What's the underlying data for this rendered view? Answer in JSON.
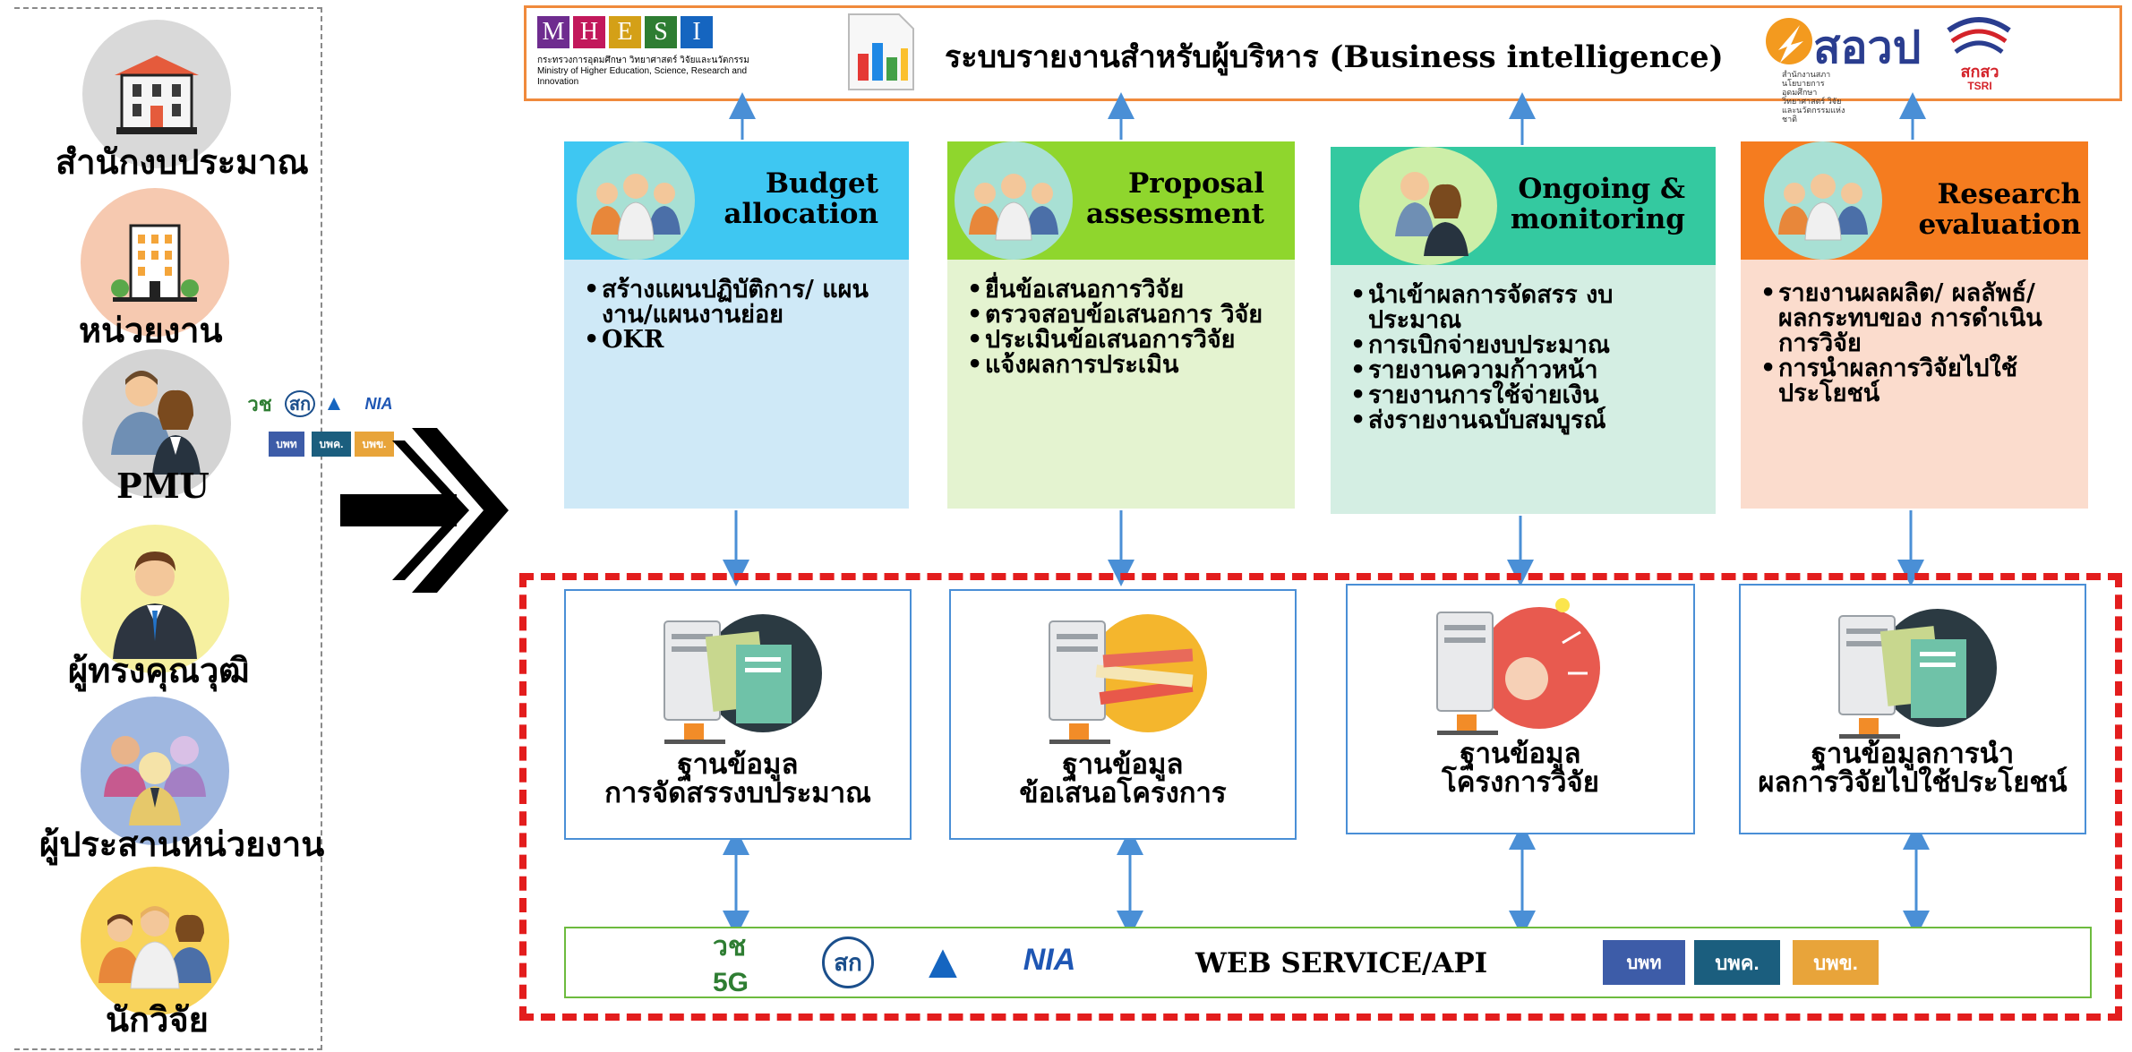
{
  "header": {
    "mhesi_letters": [
      "M",
      "H",
      "E",
      "S",
      "I"
    ],
    "mhesi_colors": [
      "#6e2c8f",
      "#c2185b",
      "#d4a017",
      "#2e7d32",
      "#1565c0"
    ],
    "mhesi_subtitle_th": "กระทรวงการอุดมศึกษา วิทยาศาสตร์ วิจัยและนวัตกรรม",
    "mhesi_subtitle_en": "Ministry of Higher Education, Science, Research and Innovation",
    "title": "ระบบรายงานสำหรับผู้บริหาร (Business intelligence)",
    "tsri_logo_text": "สอวป",
    "tsri_logo_sub": "สำนักงานสภานโยบายการอุดมศึกษา วิทยาศาสตร์ วิจัย และนวัตกรรมแห่งชาติ",
    "tsri2_logo_text": "สกสว",
    "tsri2_logo_sub": "TSRI"
  },
  "actors": [
    {
      "label": "สำนักงบประมาณ",
      "icon": "government-building-icon",
      "bg": "#d9d9d9"
    },
    {
      "label": "หน่วยงาน",
      "icon": "office-tower-icon",
      "bg": "#f6c9b0"
    },
    {
      "label": "PMU",
      "icon": "people-pair-icon",
      "bg": "#d4d4d4"
    },
    {
      "label": "ผู้ทรงคุณวุฒิ",
      "icon": "businessman-icon",
      "bg": "#f6f0a0"
    },
    {
      "label": "ผู้ประสานหน่วยงาน",
      "icon": "user-group-icon",
      "bg": "#9fb7e0"
    },
    {
      "label": "นักวิจัย",
      "icon": "team-icon",
      "bg": "#f8d35a"
    }
  ],
  "pmu_logos": {
    "top": [
      "วช",
      "สก",
      "▲",
      "NIA"
    ],
    "bottom": [
      "บพท",
      "บพค.",
      "บพข."
    ]
  },
  "phases": [
    {
      "title_line1": "Budget",
      "title_line2": "allocation",
      "head_color": "#3ec7f2",
      "body_color": "#cfe9f7",
      "bullets": [
        "สร้างแผนปฏิบัติการ/ แผนงาน/แผนงานย่อย",
        "OKR"
      ]
    },
    {
      "title_line1": "Proposal",
      "title_line2": "assessment",
      "head_color": "#8fd62d",
      "body_color": "#e4f3d0",
      "bullets": [
        "ยื่นข้อเสนอการวิจัย",
        "ตรวจสอบข้อเสนอการ วิจัย",
        "ประเมินข้อเสนอการวิจัย",
        "แจ้งผลการประเมิน"
      ]
    },
    {
      "title_line1": "Ongoing &",
      "title_line2": "monitoring",
      "head_color": "#34c9a0",
      "body_color": "#d4eee3",
      "bullets": [
        "นำเข้าผลการจัดสรร งบประมาณ",
        "การเบิกจ่ายงบประมาณ",
        "รายงานความก้าวหน้า",
        "รายงานการใช้จ่ายเงิน",
        "ส่งรายงานฉบับสมบูรณ์"
      ]
    },
    {
      "title_line1": "Research",
      "title_line2": "evaluation",
      "head_color": "#f57c1f",
      "body_color": "#fbdccd",
      "bullets": [
        "รายงานผลผลิต/ ผลลัพธ์/ผลกระทบของ การดำเนินการวิจัย",
        "การนำผลการวิจัยไปใช้ ประโยชน์"
      ]
    }
  ],
  "databases": [
    {
      "line1": "ฐานข้อมูล",
      "line2": "การจัดสรรงบประมาณ",
      "icon": "server-documents-icon"
    },
    {
      "line1": "ฐานข้อมูล",
      "line2": "ข้อเสนอโครงการ",
      "icon": "server-books-icon"
    },
    {
      "line1": "ฐานข้อมูล",
      "line2": "โครงการวิจัย",
      "icon": "server-idea-icon"
    },
    {
      "line1": "ฐานข้อมูลการนำ",
      "line2": "ผลการวิจัยไปใช้ประโยชน์",
      "icon": "server-documents-icon"
    }
  ],
  "web_service": {
    "label": "WEB SERVICE/API",
    "left_logos": [
      "วช 5G",
      "สก",
      "▲",
      "NIA"
    ],
    "right_logos": [
      "บพท",
      "บพค.",
      "บพข."
    ],
    "right_logo_colors": [
      "#3d5ca8",
      "#1b5e7e",
      "#e8a43a"
    ]
  }
}
